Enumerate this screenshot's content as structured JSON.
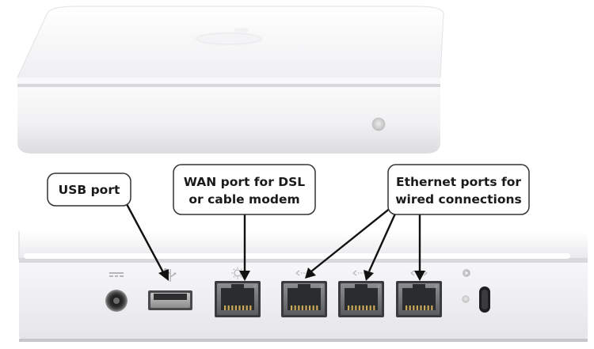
{
  "callouts": {
    "usb": {
      "line1": "USB port"
    },
    "wan": {
      "line1": "WAN port for DSL",
      "line2": "or cable modem"
    },
    "ethernet": {
      "line1": "Ethernet ports for",
      "line2": "wired connections"
    }
  },
  "icons": {
    "power": "power-icon",
    "usb": "usb-icon",
    "wan": "wan-globe-icon",
    "ethernet": "ethernet-arrows-icon",
    "reset": "reset-icon"
  },
  "colors": {
    "device_body": "#f4f4f6",
    "device_shadow": "#c9c9cd",
    "callout_border": "#333333",
    "leader_line": "#111111",
    "port_metal": "#6d6f72"
  }
}
